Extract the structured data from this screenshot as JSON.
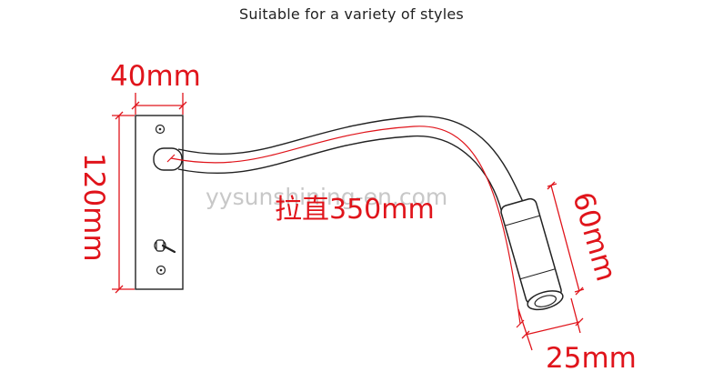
{
  "header": {
    "title": "Suitable for a variety of styles"
  },
  "dimensions": {
    "plate_width": "40mm",
    "plate_height": "120mm",
    "arm_length": "拉直350mm",
    "head_length": "60mm",
    "head_diameter": "25mm"
  },
  "watermark": "yysunshining-en.com",
  "colors": {
    "dimension": "#e0141b",
    "outline": "#222222",
    "watermark": "#c8c8c8"
  }
}
